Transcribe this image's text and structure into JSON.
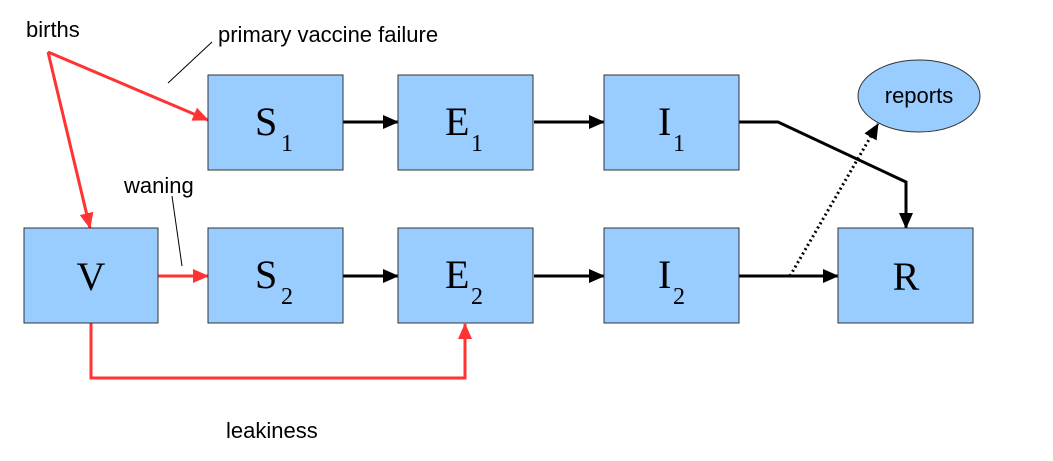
{
  "compartments": {
    "S1": {
      "main": "S",
      "sub": "1"
    },
    "E1": {
      "main": "E",
      "sub": "1"
    },
    "I1": {
      "main": "I",
      "sub": "1"
    },
    "V": {
      "main": "V"
    },
    "S2": {
      "main": "S",
      "sub": "2"
    },
    "E2": {
      "main": "E",
      "sub": "2"
    },
    "I2": {
      "main": "I",
      "sub": "2"
    },
    "R": {
      "main": "R"
    }
  },
  "reports": "reports",
  "labels": {
    "births": "births",
    "primary_vaccine_failure": "primary vaccine failure",
    "waning": "waning",
    "leakiness": "leakiness"
  },
  "colors": {
    "box_fill": "#99ccff",
    "flow_arrow": "#000000",
    "vaccine_arrow": "#ff3333"
  }
}
